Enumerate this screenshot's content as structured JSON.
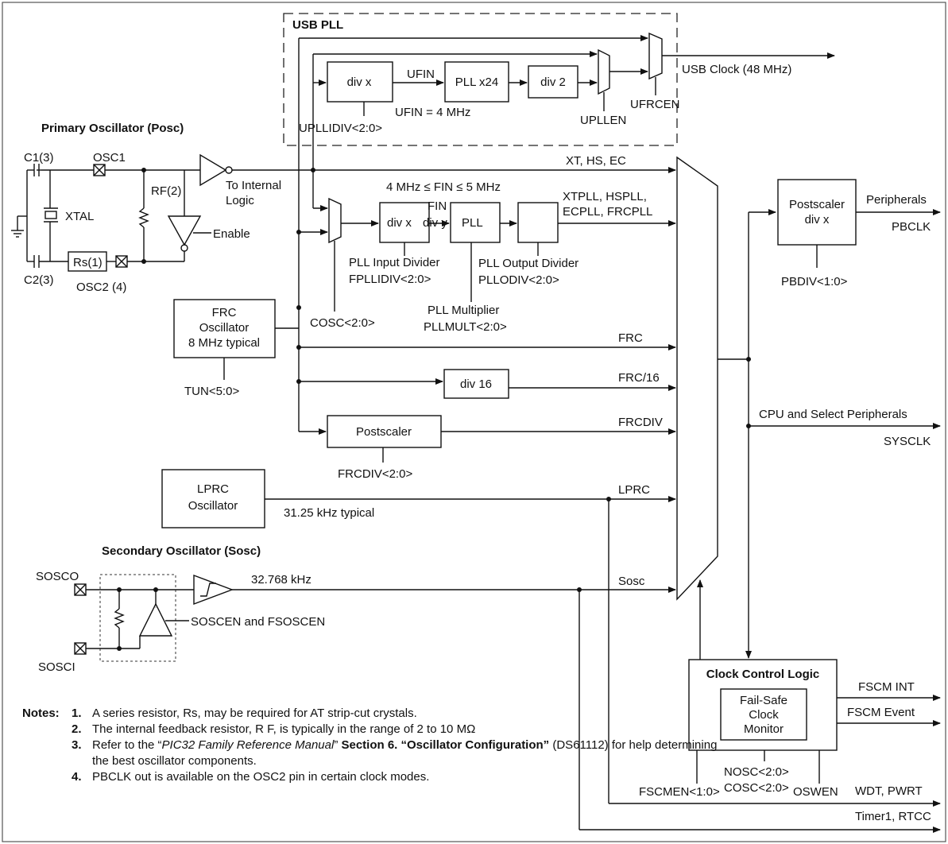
{
  "usb_pll": {
    "title": "USB PLL",
    "div_x": "div x",
    "ufin": "UFIN",
    "pll_x24": "PLL x24",
    "div2": "div 2",
    "ufin_eq": "UFIN = 4 MHz",
    "upllidiv": "UPLLIDIV<2:0>",
    "upllen": "UPLLEN",
    "ufrcen": "UFRCEN",
    "usb_clock": "USB Clock (48 MHz)"
  },
  "primary_osc": {
    "title": "Primary Oscillator (Posc)",
    "c1": "C1(3)",
    "c2": "C2(3)",
    "osc1": "OSC1",
    "osc2": "OSC2 (4)",
    "xtal": "XTAL",
    "rf": "RF(2)",
    "rs": "Rs(1)",
    "to_internal_1": "To Internal",
    "to_internal_2": "Logic",
    "enable": "Enable"
  },
  "sys_pll": {
    "fin_range": "4 MHz ≤ FIN ≤ 5 MHz",
    "fin": "FIN",
    "div_x_div_y": "div x",
    "div_y": "div y",
    "pll": "PLL",
    "input_divider_1": "PLL Input Divider",
    "input_divider_2": "FPLLIDIV<2:0>",
    "output_divider_1": "PLL Output Divider",
    "output_divider_2": "PLLODIV<2:0>",
    "multiplier_1": "PLL Multiplier",
    "multiplier_2": "PLLMULT<2:0>",
    "cosc": "COSC<2:0>"
  },
  "frc": {
    "line1": "FRC",
    "line2": "Oscillator",
    "line3": "8 MHz typical",
    "tun": "TUN<5:0>",
    "div16": "div 16",
    "postscaler": "Postscaler",
    "frcdiv_sel": "FRCDIV<2:0>"
  },
  "lprc": {
    "line1": "LPRC",
    "line2": "Oscillator",
    "typical": "31.25 kHz typical"
  },
  "secondary_osc": {
    "title": "Secondary Oscillator (Sosc)",
    "sosco": "SOSCO",
    "sosci": "SOSCI",
    "freq": "32.768 kHz",
    "enable": "SOSCEN and FSOSCEN"
  },
  "mux_inputs": {
    "xt": "XT, HS, EC",
    "pll_1": "XTPLL, HSPLL,",
    "pll_2": "ECPLL, FRCPLL",
    "frc": "FRC",
    "frc16": "FRC/16",
    "frcdiv": "FRCDIV",
    "lprc": "LPRC",
    "sosc": "Sosc"
  },
  "outputs": {
    "pb_post_1": "Postscaler",
    "pb_post_2": "div x",
    "peripherals": "Peripherals",
    "pbclk": "PBCLK",
    "pbdiv": "PBDIV<1:0>",
    "cpu": "CPU and Select Peripherals",
    "sysclk": "SYSCLK",
    "wdt": "WDT, PWRT",
    "timer1": "Timer1, RTCC"
  },
  "clock_control": {
    "title": "Clock Control Logic",
    "fscm_1": "Fail-Safe",
    "fscm_2": "Clock",
    "fscm_3": "Monitor",
    "fscm_int": "FSCM INT",
    "fscm_event": "FSCM Event",
    "nosc": "NOSC<2:0>",
    "cosc": "COSC<2:0>",
    "fscmen": "FSCMEN<1:0>",
    "oswen": "OSWEN"
  },
  "notes": {
    "heading": "Notes:",
    "n1_num": "1.",
    "n1": "A series resistor, Rs, may be required for AT strip-cut crystals.",
    "n2_num": "2.",
    "n2": "The internal feedback resistor, R F, is typically in the range of 2 to 10 MΩ",
    "n3_num": "3.",
    "n3_a": "Refer to the “",
    "n3_manual": "PIC32 Family Reference Manual",
    "n3_b": "” ",
    "n3_section": "Section 6. “Oscillator Configuration”",
    "n3_c": " (DS61112) for help determining the best oscillator components.",
    "n4_num": "4.",
    "n4": "PBCLK out is available on the OSC2 pin in certain clock modes."
  }
}
